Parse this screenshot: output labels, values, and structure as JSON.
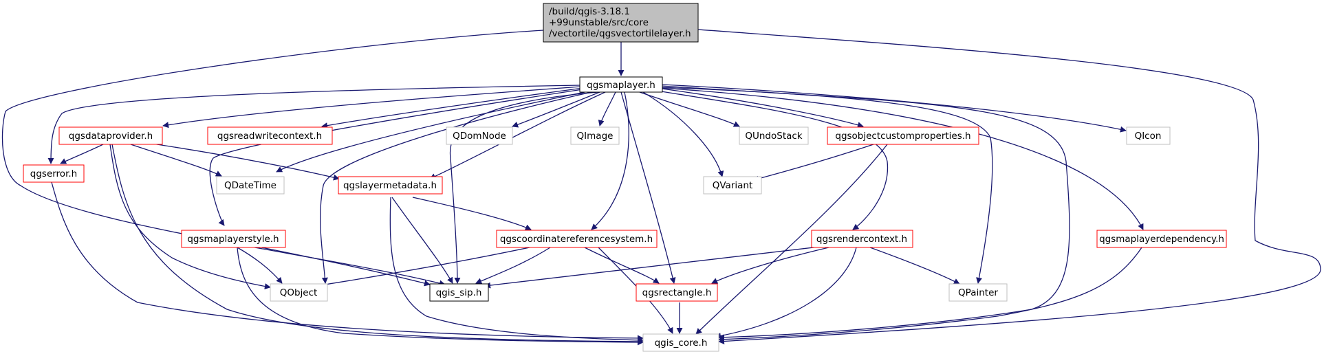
{
  "colors": {
    "edge": "#191970",
    "text": "#000000",
    "root_fill": "#bfbfbf",
    "border_main": "#000000",
    "border_red": "#ff0000",
    "border_gray": "#bfbfbf",
    "text_gray": "#000000"
  },
  "nodes": {
    "root": {
      "lines": [
        "/build/qgis-3.18.1",
        "+99unstable/src/core",
        "/vectortile/qgsvectortilelayer.h"
      ],
      "kind": "root"
    },
    "qgsmaplayer": {
      "label": "qgsmaplayer.h",
      "kind": "main"
    },
    "qgsdataprovider": {
      "label": "qgsdataprovider.h",
      "kind": "red"
    },
    "qgsreadwritecontext": {
      "label": "qgsreadwritecontext.h",
      "kind": "red"
    },
    "qdomnode": {
      "label": "QDomNode",
      "kind": "gray"
    },
    "qimage": {
      "label": "QImage",
      "kind": "gray"
    },
    "qundostack": {
      "label": "QUndoStack",
      "kind": "gray"
    },
    "qgsobjectcustomproperties": {
      "label": "qgsobjectcustomproperties.h",
      "kind": "red"
    },
    "qicon": {
      "label": "QIcon",
      "kind": "gray"
    },
    "qgserror": {
      "label": "qgserror.h",
      "kind": "red"
    },
    "qdatetime": {
      "label": "QDateTime",
      "kind": "gray"
    },
    "qgslayermetadata": {
      "label": "qgslayermetadata.h",
      "kind": "red"
    },
    "qvariant": {
      "label": "QVariant",
      "kind": "gray"
    },
    "qgsmaplayerstyle": {
      "label": "qgsmaplayerstyle.h",
      "kind": "red"
    },
    "qgscoordinatereferencesystem": {
      "label": "qgscoordinatereferencesystem.h",
      "kind": "red"
    },
    "qgsrendercontext": {
      "label": "qgsrendercontext.h",
      "kind": "red"
    },
    "qgsmaplayerdependency": {
      "label": "qgsmaplayerdependency.h",
      "kind": "red"
    },
    "qobject": {
      "label": "QObject",
      "kind": "gray"
    },
    "qgis_sip": {
      "label": "qgis_sip.h",
      "kind": "main"
    },
    "qgsrectangle": {
      "label": "qgsrectangle.h",
      "kind": "red"
    },
    "qpainter": {
      "label": "QPainter",
      "kind": "gray"
    },
    "qgis_core": {
      "label": "qgis_core.h",
      "kind": "gray"
    }
  }
}
